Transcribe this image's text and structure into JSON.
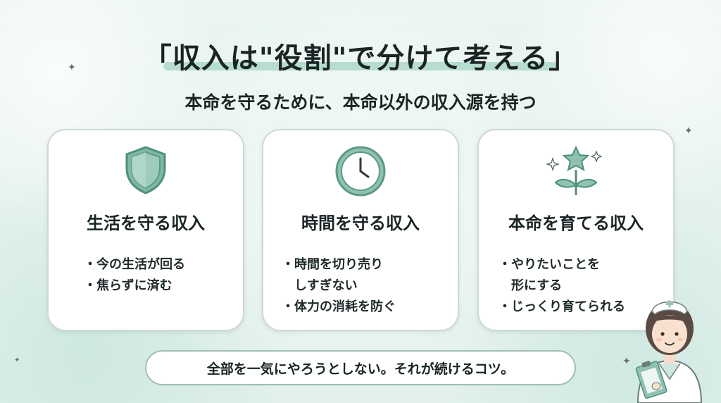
{
  "title": "「収入は\"役割\"で分けて考える」",
  "subtitle": "本命を守るために、本命以外の収入源を持つ",
  "cards": [
    {
      "icon": "shield-icon",
      "title": "生活を守る収入",
      "items": [
        "今の生活が回る",
        "焦らずに済む"
      ]
    },
    {
      "icon": "clock-icon",
      "title": "時間を守る収入",
      "items": [
        "時間を切り売り",
        "しすぎない",
        "体力の消耗を防ぐ"
      ]
    },
    {
      "icon": "star-sprout-icon",
      "title": "本命を育てる収入",
      "items": [
        "やりたいことを",
        "形にする",
        "じっくり育てられる"
      ]
    }
  ],
  "bullet": "・",
  "footer": "全部を一気にやろうとしない。それが続けるコツ。",
  "colors": {
    "accent": "#b7ddd0",
    "icon": "#5f9e8c",
    "background": "#e3f1ec"
  }
}
